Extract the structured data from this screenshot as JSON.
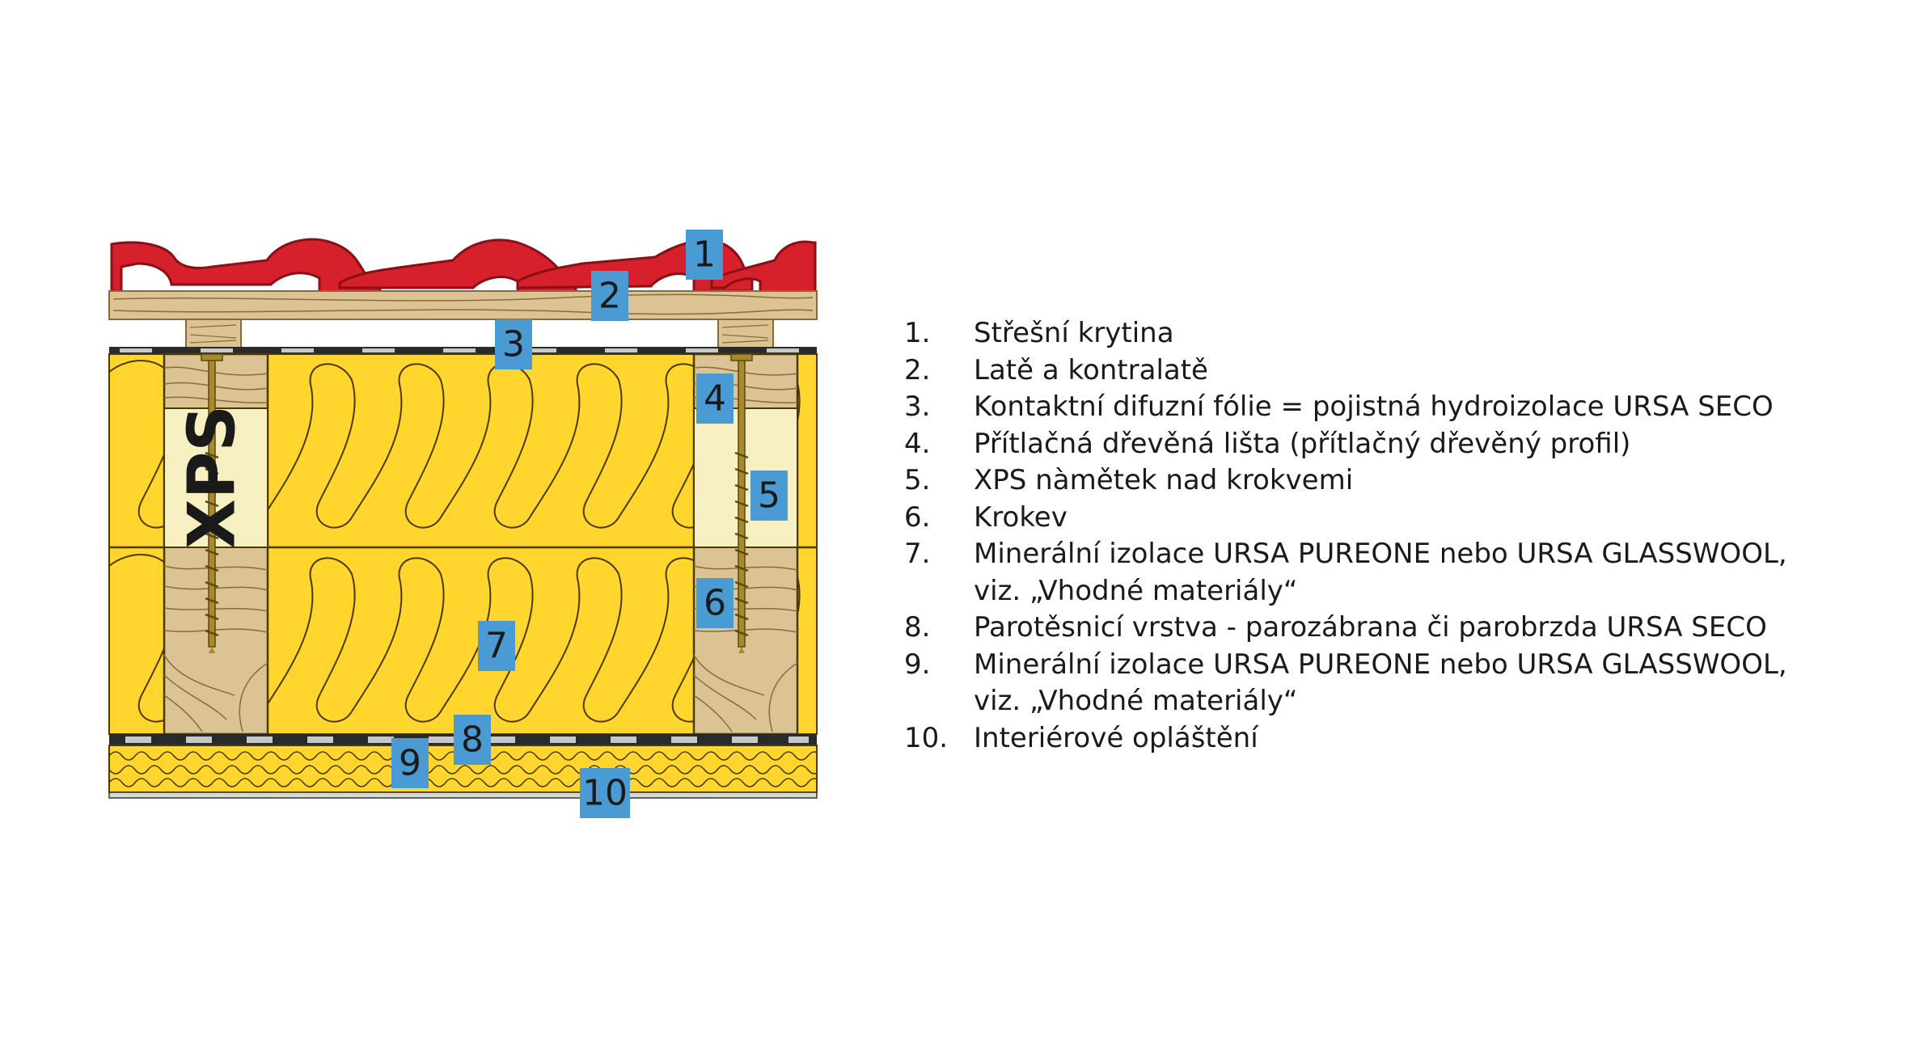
{
  "diagram": {
    "xps_label": "XPS",
    "tags": [
      "1",
      "2",
      "3",
      "4",
      "5",
      "6",
      "7",
      "8",
      "9",
      "10"
    ]
  },
  "legend": [
    {
      "num": "1.",
      "lines": [
        "Střešní krytina"
      ]
    },
    {
      "num": "2.",
      "lines": [
        "Latě a kontralatě"
      ]
    },
    {
      "num": "3.",
      "lines": [
        "Kontaktní difuzní fólie = pojistná hydroizolace URSA SECO"
      ]
    },
    {
      "num": "4.",
      "lines": [
        "Přítlačná dřevěná lišta (přítlačný dřevěný profil)"
      ]
    },
    {
      "num": "5.",
      "lines": [
        "XPS nàmětek nad krokvemi"
      ]
    },
    {
      "num": "6.",
      "lines": [
        "Krokev"
      ]
    },
    {
      "num": "7.",
      "lines": [
        "Minerální izolace URSA PUREONE nebo URSA GLASSWOOL,",
        "viz. „Vhodné materiály“"
      ]
    },
    {
      "num": "8.",
      "lines": [
        "Parotěsnicí vrstva - parozábrana či parobrzda URSA SECO"
      ]
    },
    {
      "num": "9.",
      "lines": [
        "Minerální izolace URSA PUREONE nebo URSA GLASSWOOL,",
        "viz. „Vhodné materiály“"
      ]
    },
    {
      "num": "10.",
      "lines": [
        "Interiérové opláštění"
      ]
    }
  ],
  "colors": {
    "tile": "#d6202b",
    "tile_edge": "#8a0f16",
    "wood": "#dcc394",
    "wood_grain": "#8a6a3c",
    "insulation": "#ffd52e",
    "insulation_line": "#4a3a00",
    "xps": "#f7f0c2",
    "membrane": "#2a2a2a",
    "foil_gray": "#c8c8c8",
    "tag_bg": "#4a9bd4",
    "screw": "#a88a2c"
  }
}
